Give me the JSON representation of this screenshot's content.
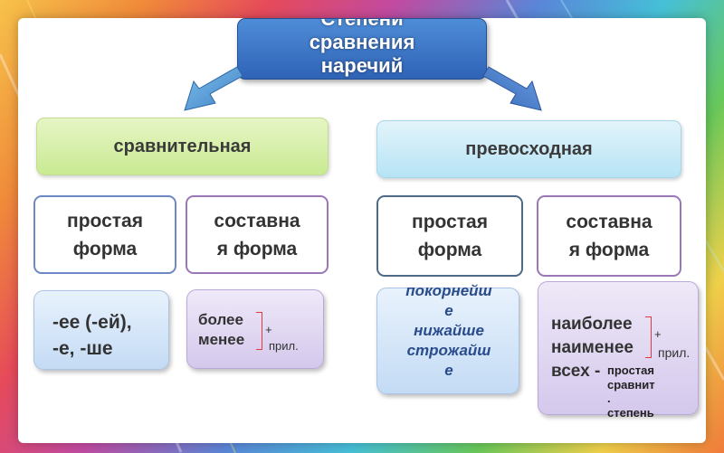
{
  "title": {
    "line1": "Степени",
    "line2": "сравнения",
    "line3": "наречий"
  },
  "left": {
    "header": "сравнительная",
    "simple": {
      "line1": "простая",
      "line2": "форма"
    },
    "compound": {
      "line1": "составна",
      "line2": "я форма"
    },
    "simple_example": {
      "line1": "-ее (-ей),",
      "line2": "-е, -ше"
    },
    "compound_example": {
      "word1": "более",
      "word2": "менее",
      "plus": "+",
      "note": "прил."
    }
  },
  "right": {
    "header": "превосходная",
    "simple": {
      "line1": "простая",
      "line2": "форма"
    },
    "compound": {
      "line1": "составна",
      "line2": "я форма"
    },
    "simple_example": {
      "w1_a": "покорн",
      "w1_b": "ейш",
      "w1_c": "е",
      "w2_a": "ниж",
      "w2_b": "айш",
      "w2_c": "е",
      "w3_a": "строж",
      "w3_b": "айш",
      "w3_c": "е"
    },
    "compound_example": {
      "word1": "наиболее",
      "word2": "наименее",
      "word3": "всех",
      "dash": "-",
      "plus": "+",
      "note": "прил.",
      "note2_l1": "простая",
      "note2_l2": "сравнит",
      "note2_l3": ".",
      "note2_l4": "степень"
    }
  },
  "colors": {
    "title": "#3a73c6",
    "green_header": "#d5eeaa",
    "blue_header": "#c9eaf6",
    "arrow": "#4a8fd0",
    "highlight": "#e21e1e"
  }
}
